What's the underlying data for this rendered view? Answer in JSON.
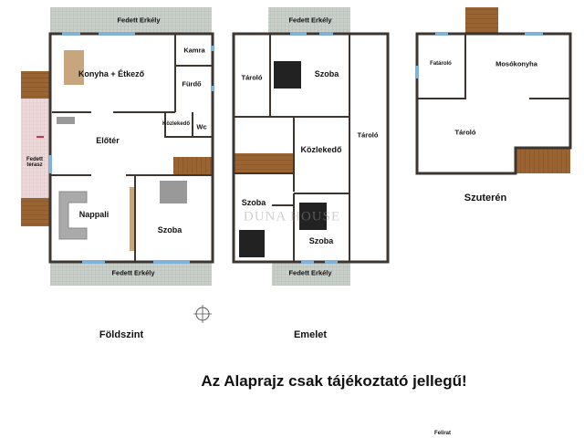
{
  "floors": {
    "ground": {
      "title": "Földszint",
      "rooms": {
        "kitchen": "Konyha + Étkező",
        "pantry": "Kamra",
        "bath": "Fürdő",
        "hall": "Előtér",
        "corridor": "Közlekedő",
        "wc": "Wc",
        "living": "Nappali",
        "bedroom": "Szoba",
        "terrace": "Fedett terasz",
        "balcony_top": "Fedett Erkély",
        "balcony_bottom": "Fedett Erkély"
      }
    },
    "upper": {
      "title": "Emelet",
      "rooms": {
        "storage_left": "Tároló",
        "bedroom_top": "Szoba",
        "storage_right": "Tároló",
        "corridor": "Közlekedő",
        "bedroom_left": "Szoba",
        "bedroom_bottom": "Szoba",
        "balcony_top": "Fedett Erkély",
        "balcony_bottom": "Fedett Erkély"
      }
    },
    "basement": {
      "title": "Szuterén",
      "rooms": {
        "woodstore": "Fatároló",
        "laundry": "Mosókonyha",
        "storage": "Tároló"
      }
    }
  },
  "watermark": "DUNA HOUSE",
  "disclaimer": "Az Alaprajz csak tájékoztató jellegű!",
  "caption": "Felirat"
}
